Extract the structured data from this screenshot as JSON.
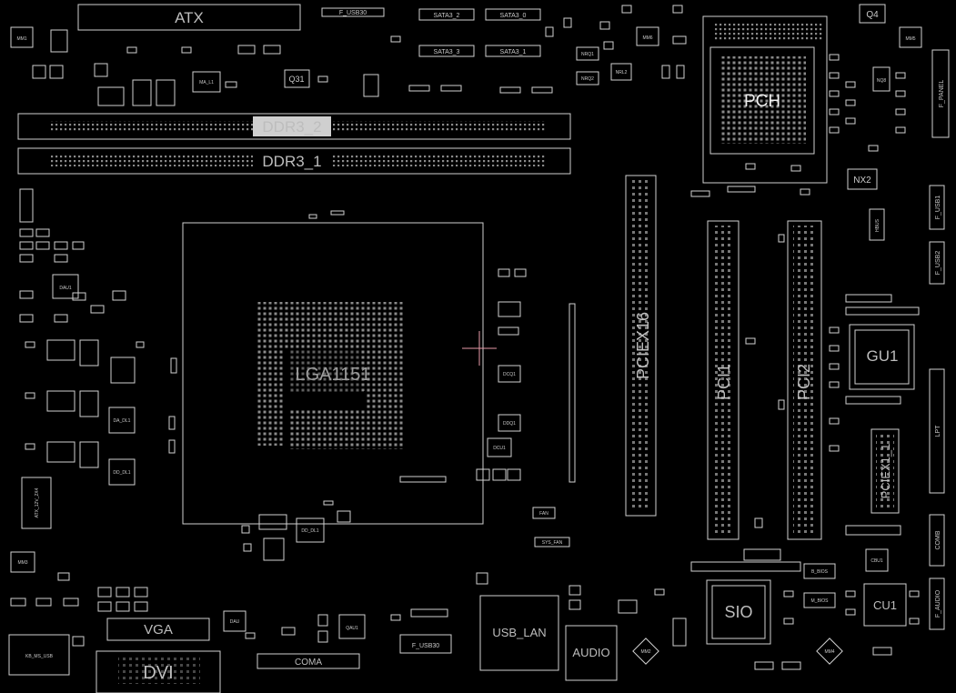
{
  "board": {
    "background": "#000000",
    "outline_color": "#d0d0d0",
    "marker_color": "#e89aa8"
  },
  "labels": {
    "atx": "ATX",
    "f_usb30": "F_USB30",
    "sata2_2": "SATA3_2",
    "sata3_0": "SATA3_0",
    "sata3_3": "SATA3_3",
    "sata3_1": "SATA3_1",
    "q4": "Q4",
    "ddr3_2": "DDR3_2",
    "ddr3_1": "DDR3_1",
    "pch": "PCH",
    "nx2": "NX2",
    "f_panel": "F_PANEL",
    "lga": "LGA1151",
    "pciex16": "PCIEX16",
    "pci1": "PCI1",
    "pci2": "PCI2",
    "gu1": "GU1",
    "pciex1_1": "PCIEX1_1",
    "lpt": "LPT",
    "f_usb1": "F_USB1",
    "f_usb2": "F_USB2",
    "comb": "COMB",
    "f_audio": "F_AUDIO",
    "sio": "SIO",
    "cu1": "CU1",
    "b_bios": "B_BIOS",
    "m_bios": "M_BIOS",
    "vga": "VGA",
    "dvi": "DVI",
    "coma": "COMA",
    "usb_lan": "USB_LAN",
    "audio": "AUDIO",
    "f_usb30b": "F_USB30",
    "kb_ms_usb": "KB_MS_USB",
    "atx_12v": "ATX_12V_2X4",
    "dau1": "DAU1",
    "qau1": "QAU1",
    "sys_fan": "SYS_FAN",
    "fan": "FAN",
    "q31": "Q31",
    "ma_l1": "MA_L1",
    "da_dl1": "DA_DL1",
    "dd_dl1": "DD_DL1",
    "dd_dl1b": "DD_DL1",
    "dcq1": "DCQ1",
    "ddq1": "DDQ1",
    "dcu1": "DCU1",
    "cbu1": "CBU1",
    "mm1": "MM1",
    "mm2": "MM2",
    "mm3": "MM3",
    "mm4": "MM4",
    "mm5": "MM5",
    "mm6": "MM6",
    "nrq1": "NRQ1",
    "nrq2": "NRQ2",
    "nrl2": "NRL2",
    "nq8": "NQ8",
    "hbus": "HBUS",
    "dau": "DAU"
  }
}
